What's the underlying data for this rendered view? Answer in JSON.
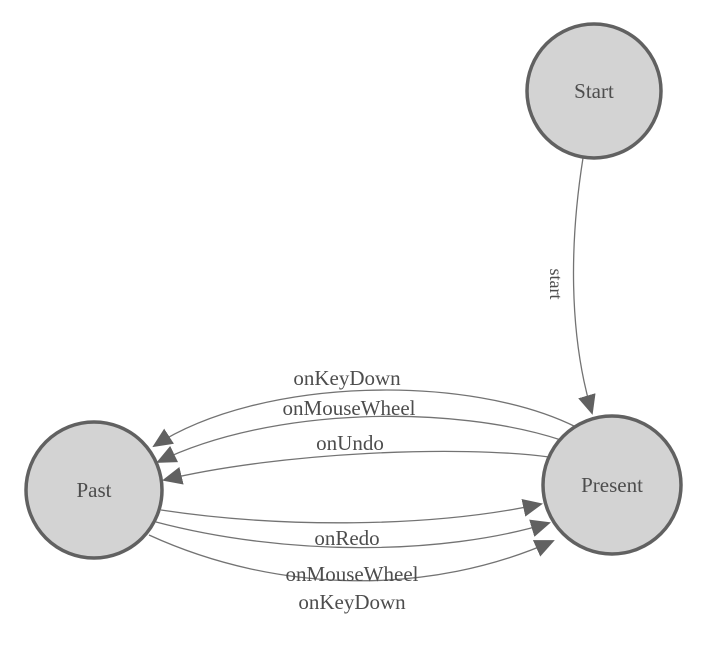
{
  "theme": {
    "background": "#ffffff",
    "node_fill": "#d3d3d3",
    "node_border": "#616161",
    "edge_color": "#737373",
    "arrow_color": "#616161",
    "text_color": "#4d4d4d"
  },
  "diagram": {
    "type": "state-machine",
    "nodes": [
      {
        "id": "start",
        "label": "Start"
      },
      {
        "id": "past",
        "label": "Past"
      },
      {
        "id": "present",
        "label": "Present"
      }
    ],
    "edges": [
      {
        "from": "Start",
        "to": "Present",
        "label": "start"
      },
      {
        "from": "Present",
        "to": "Past",
        "label": "onKeyDown"
      },
      {
        "from": "Present",
        "to": "Past",
        "label": "onMouseWheel"
      },
      {
        "from": "Present",
        "to": "Past",
        "label": "onUndo"
      },
      {
        "from": "Past",
        "to": "Present",
        "label": "onRedo"
      },
      {
        "from": "Past",
        "to": "Present",
        "label": "onMouseWheel"
      },
      {
        "from": "Past",
        "to": "Present",
        "label": "onKeyDown"
      }
    ]
  }
}
